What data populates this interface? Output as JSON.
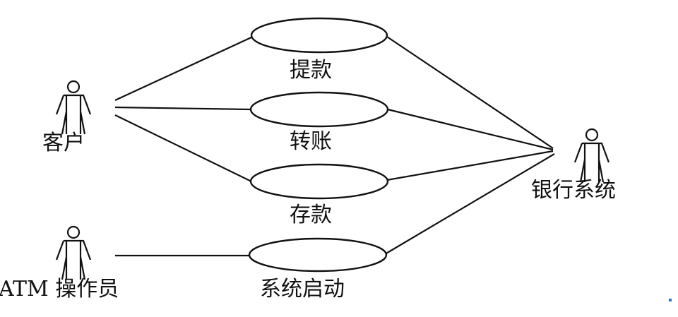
{
  "actors": {
    "customer": "客户",
    "operator": "ATM 操作员",
    "bank": "银行系统"
  },
  "use_cases": {
    "withdraw": "提款",
    "transfer": "转账",
    "deposit": "存款",
    "startup": "系统启动"
  },
  "colors": {
    "stroke": "#111111",
    "background": "#ffffff"
  }
}
